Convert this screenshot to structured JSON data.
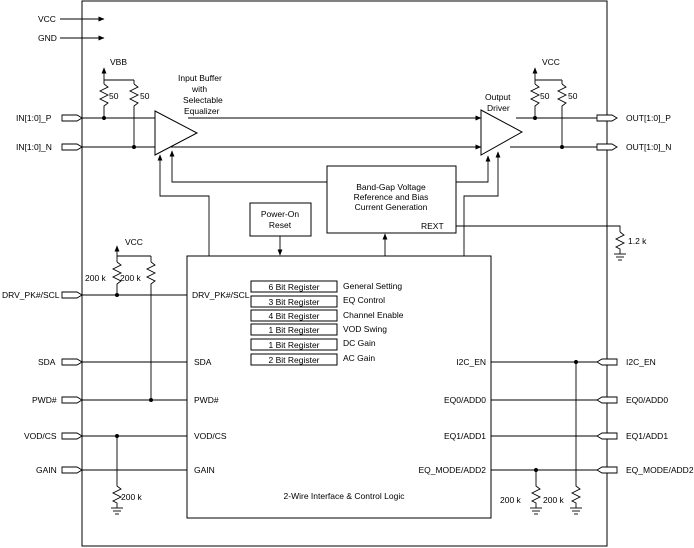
{
  "supply": {
    "vcc": "VCC",
    "gnd": "GND",
    "vbb": "VBB",
    "vcc_top": "VCC",
    "vcc_ctrl": "VCC"
  },
  "inputs": {
    "in_p": "IN[1:0]_P",
    "in_n": "IN[1:0]_N"
  },
  "outputs": {
    "out_p": "OUT[1:0]_P",
    "out_n": "OUT[1:0]_N"
  },
  "input_buffer": {
    "line1": "Input Buffer",
    "line2": "with",
    "line3": "Selectable",
    "line4": "Equalizer"
  },
  "output_driver": {
    "line1": "Output",
    "line2": "Driver"
  },
  "bandgap": {
    "line1": "Band-Gap Voltage",
    "line2": "Reference and Bias",
    "line3": "Current Generation",
    "rext": "REXT"
  },
  "power_on_reset": {
    "line1": "Power-On",
    "line2": "Reset"
  },
  "resistors": {
    "in_p_term": "50",
    "in_n_term": "50",
    "out_p_term": "50",
    "out_n_term": "50",
    "rext_value": "1.2 k",
    "drv_pullup": "200 k",
    "pwd_pullup": "200 k",
    "vod_pulldown": "200 k",
    "eqmode_pulldown": "200 k",
    "eqmode_pulldown2": "200 k"
  },
  "left_pins": {
    "drv": "DRV_PK#/SCL",
    "sda": "SDA",
    "pwd": "PWD#",
    "vod": "VOD/CS",
    "gain": "GAIN"
  },
  "right_pins": {
    "i2c_en": "I2C_EN",
    "eq0": "EQ0/ADD0",
    "eq1": "EQ1/ADD1",
    "eq_mode": "EQ_MODE/ADD2"
  },
  "control": {
    "drv": "DRV_PK#/SCL",
    "sda": "SDA",
    "pwd": "PWD#",
    "vod": "VOD/CS",
    "gain": "GAIN",
    "i2c_en": "I2C_EN",
    "eq0": "EQ0/ADD0",
    "eq1": "EQ1/ADD1",
    "eq_mode": "EQ_MODE/ADD2",
    "title": "2-Wire Interface & Control Logic"
  },
  "registers": [
    {
      "name": "6 Bit Register",
      "desc": "General Setting"
    },
    {
      "name": "3 Bit Register",
      "desc": "EQ Control"
    },
    {
      "name": "4 Bit Register",
      "desc": "Channel Enable"
    },
    {
      "name": "1 Bit Register",
      "desc": "VOD Swing"
    },
    {
      "name": "1 Bit Register",
      "desc": "DC Gain"
    },
    {
      "name": "2 Bit Register",
      "desc": "AC Gain"
    }
  ]
}
